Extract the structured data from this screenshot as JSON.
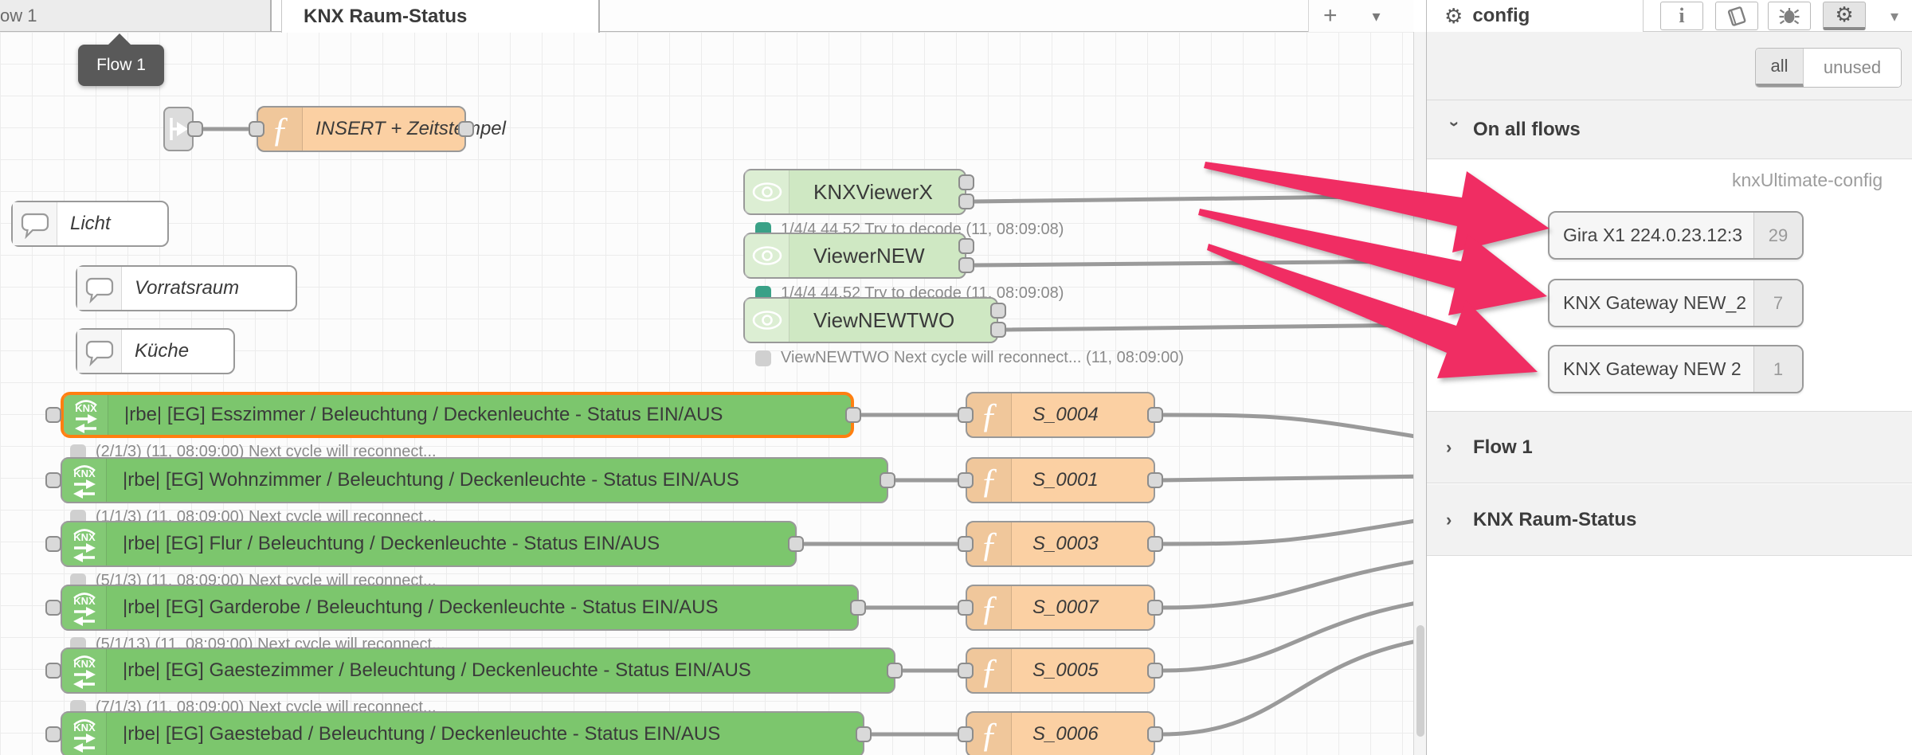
{
  "tabbar": {
    "left_tab_label": "ow 1",
    "active_tab_label": "KNX Raum-Status",
    "add_label": "+",
    "caret_label": "▾"
  },
  "tooltip": {
    "text": "Flow 1"
  },
  "canvas": {
    "link_node": {
      "name": "link in"
    },
    "insert_function": {
      "label": "INSERT + Zeitstempel"
    },
    "comments": [
      {
        "label": "Licht"
      },
      {
        "label": "Vorratsraum"
      },
      {
        "label": "Küche"
      }
    ],
    "viewers": [
      {
        "label": "KNXViewerX",
        "status_kind": "green",
        "status_text": "1/4/4 44.52 Try to decode (11, 08:09:08)"
      },
      {
        "label": "ViewerNEW",
        "status_kind": "green",
        "status_text": "1/4/4 44.52 Try to decode (11, 08:09:08)"
      },
      {
        "label": "ViewNEWTWO",
        "status_kind": "gray",
        "status_text": "ViewNEWTWO Next cycle will reconnect... (11, 08:09:00)"
      }
    ],
    "knx_rows": [
      {
        "label": "|rbe| [EG] Esszimmer / Beleuchtung / Deckenleuchte - Status EIN/AUS",
        "selected": true,
        "status_text": "(2/1/3) (11, 08:09:00) Next cycle will reconnect...",
        "fn_label": "S_0004"
      },
      {
        "label": "|rbe| [EG] Wohnzimmer / Beleuchtung / Deckenleuchte - Status EIN/AUS",
        "selected": false,
        "status_text": "(1/1/3) (11, 08:09:00) Next cycle will reconnect...",
        "fn_label": "S_0001"
      },
      {
        "label": "|rbe| [EG] Flur / Beleuchtung / Deckenleuchte - Status EIN/AUS",
        "selected": false,
        "status_text": "(5/1/3) (11, 08:09:00) Next cycle will reconnect...",
        "fn_label": "S_0003"
      },
      {
        "label": "|rbe| [EG] Garderobe / Beleuchtung / Deckenleuchte - Status EIN/AUS",
        "selected": false,
        "status_text": "(5/1/13) (11, 08:09:00) Next cycle will reconnect...",
        "fn_label": "S_0007"
      },
      {
        "label": "|rbe| [EG] Gaestezimmer / Beleuchtung / Deckenleuchte - Status EIN/AUS",
        "selected": false,
        "status_text": "(7/1/3) (11, 08:09:00) Next cycle will reconnect...",
        "fn_label": "S_0005"
      },
      {
        "label": "|rbe| [EG] Gaestebad / Beleuchtung / Deckenleuchte - Status EIN/AUS",
        "selected": false,
        "status_text": "",
        "fn_label": "S_0006"
      }
    ]
  },
  "sidebar": {
    "config_tab_label": "config",
    "toolbar_icons": [
      "info-icon",
      "book-icon",
      "bug-icon",
      "gear-icon"
    ],
    "caret_label": "▾",
    "filter": {
      "all_label": "all",
      "unused_label": "unused",
      "selected": "all"
    },
    "sections": {
      "on_all_flows": "On all flows",
      "flow1": "Flow 1",
      "knx_raum_status": "KNX Raum-Status"
    },
    "group_label": "knxUltimate-config",
    "config_nodes": [
      {
        "label": "Gira X1 224.0.23.12:3",
        "badge": "29"
      },
      {
        "label": "KNX Gateway NEW_2",
        "badge": "7"
      },
      {
        "label": "KNX Gateway NEW 2",
        "badge": "1"
      }
    ]
  },
  "colors": {
    "annotation_arrow": "#F02D63",
    "knx_node": "#7cc66d",
    "viewer_node": "#cfe8c3",
    "function_node": "#fbd0a3",
    "selected_border": "#ff7f11",
    "status_green": "#3aa187",
    "status_gray": "#d0d0d0",
    "wire": "#9a9a9a"
  }
}
